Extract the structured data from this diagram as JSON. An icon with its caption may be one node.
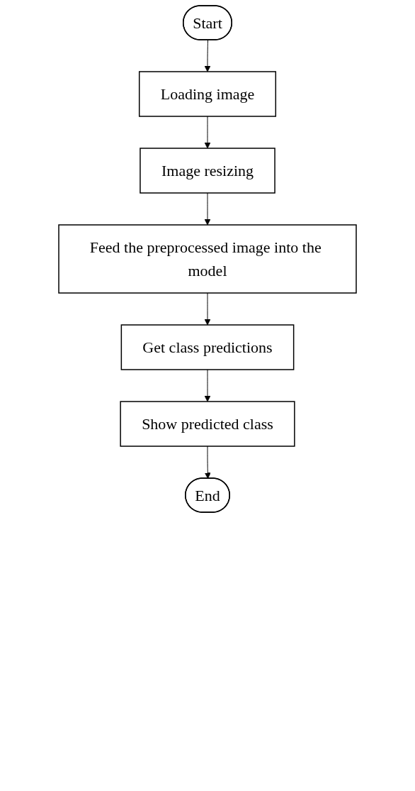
{
  "diagram": {
    "nodes": [
      {
        "text": [
          "Start"
        ]
      },
      {
        "text": [
          "Loading image"
        ]
      },
      {
        "text": [
          "Image resizing"
        ]
      },
      {
        "text": [
          "Feed the preprocessed image into the model"
        ]
      },
      {
        "text": [
          "Get class predictions"
        ]
      },
      {
        "text": [
          "Show predicted class"
        ]
      },
      {
        "text": [
          "End"
        ]
      }
    ],
    "edges": [
      {
        "from": 0,
        "to": 1,
        "arrow": "to"
      },
      {
        "from": 1,
        "to": 2,
        "arrow": "to"
      },
      {
        "from": 2,
        "to": 3,
        "arrow": "to"
      },
      {
        "from": 3,
        "to": 4,
        "arrow": "to"
      },
      {
        "from": 4,
        "to": 5,
        "arrow": "to"
      },
      {
        "from": 5,
        "to": 6,
        "arrow": "to"
      }
    ]
  }
}
